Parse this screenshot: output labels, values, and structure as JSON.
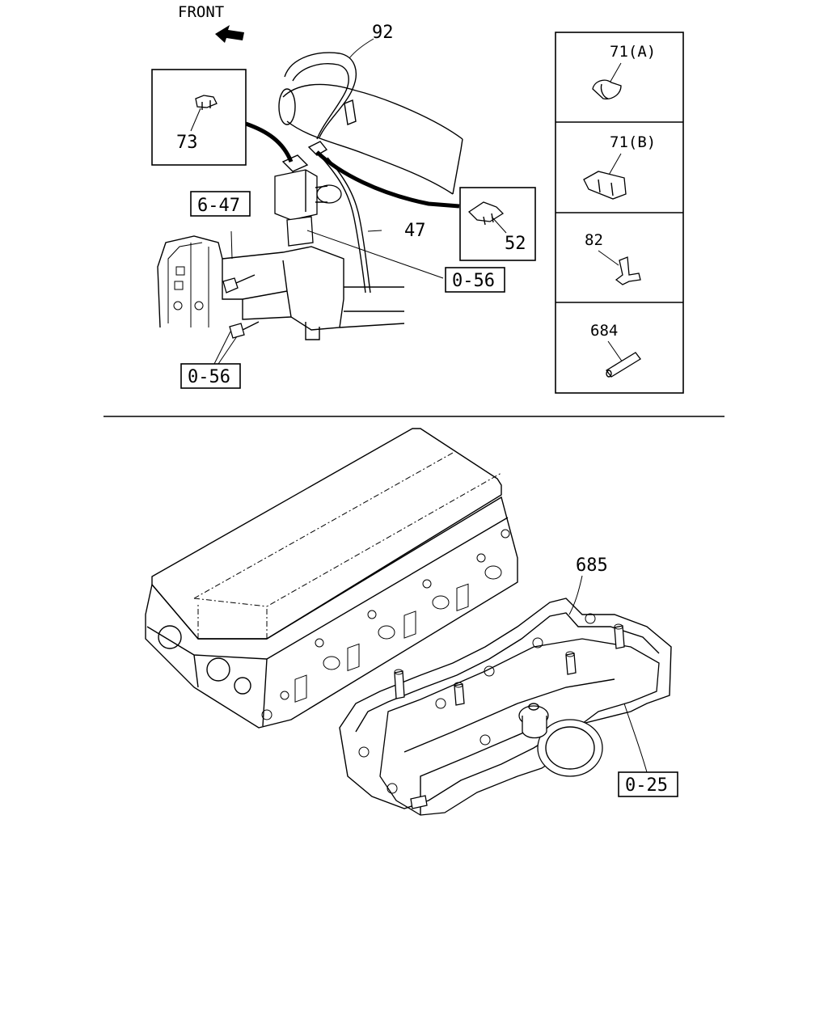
{
  "diagram": {
    "orientation_label": "FRONT",
    "callouts": {
      "hose_92": "92",
      "clip_73": "73",
      "ref_6_47": "6-47",
      "hose_47": "47",
      "clip_52": "52",
      "ref_0_56_right": "0-56",
      "ref_0_56_left": "0-56",
      "gasket_685": "685",
      "ref_0_25": "0-25"
    },
    "legend": [
      {
        "id": "71A",
        "label": "71(A)",
        "icon": "clip-small-icon"
      },
      {
        "id": "71B",
        "label": "71(B)",
        "icon": "clip-double-icon"
      },
      {
        "id": "82",
        "label": "82",
        "icon": "three-way-joint-icon"
      },
      {
        "id": "684",
        "label": "684",
        "icon": "pin-icon"
      }
    ]
  }
}
